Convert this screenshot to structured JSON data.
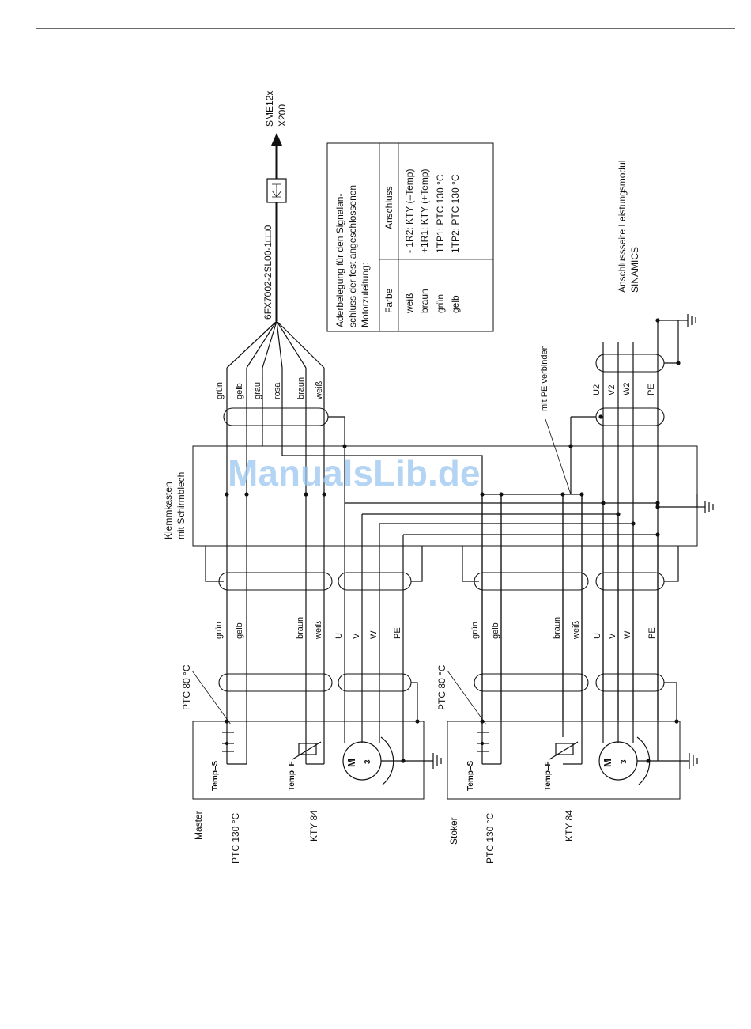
{
  "cable": {
    "part_number": "6FX7002-2SL00-1□□0",
    "target_line1": "SME12x",
    "target_line2": "X200"
  },
  "core_colors": [
    "grün",
    "gelb",
    "grau",
    "rosa",
    "braun",
    "weiß"
  ],
  "assignment_table": {
    "title_line1": "Aderbelegung für den Signalan-",
    "title_line2": "schluss der fest angeschlossenen",
    "title_line3": "Motorzuleitung:",
    "col_color": "Farbe",
    "col_connection": "Anschluss",
    "rows": [
      {
        "color": "weiß",
        "connection": "- 1R2:  KTY (–Temp)"
      },
      {
        "color": "braun",
        "connection": "+1R1:  KTY  (+Temp)"
      },
      {
        "color": "grün",
        "connection": "1TP1:  PTC 130 °C"
      },
      {
        "color": "gelb",
        "connection": "1TP2:  PTC 130 °C"
      }
    ]
  },
  "power_module": {
    "label_line1": "Anschlussseite Leistungsmodul",
    "label_line2": "SINAMICS"
  },
  "power_terminals": [
    "U2",
    "V2",
    "W2",
    "PE"
  ],
  "pe_note": "mit PE verbinden",
  "terminal_box": {
    "line1": "Klemmkasten",
    "line2": "mit Schirmblech"
  },
  "motors": [
    {
      "name": "Master",
      "ptc_label": "PTC 130 °C",
      "kty_label": "KTY 84",
      "ptc80_label": "PTC 80 °C",
      "sensor_temp_s": "Temp–S",
      "sensor_temp_f": "Temp–F",
      "motor_symbol": "M",
      "motor_phases": "3",
      "signal_wires": [
        "grün",
        "gelb",
        "braun",
        "weiß"
      ],
      "power_wires": [
        "U",
        "V",
        "W",
        "PE"
      ]
    },
    {
      "name": "Stoker",
      "ptc_label": "PTC 130 °C",
      "kty_label": "KTY 84",
      "ptc80_label": "PTC 80 °C",
      "sensor_temp_s": "Temp–S",
      "sensor_temp_f": "Temp–F",
      "motor_symbol": "M",
      "motor_phases": "3",
      "signal_wires": [
        "grün",
        "gelb",
        "braun",
        "weiß"
      ],
      "power_wires": [
        "U",
        "V",
        "W",
        "PE"
      ]
    }
  ],
  "watermark": "ManualsLib.de"
}
